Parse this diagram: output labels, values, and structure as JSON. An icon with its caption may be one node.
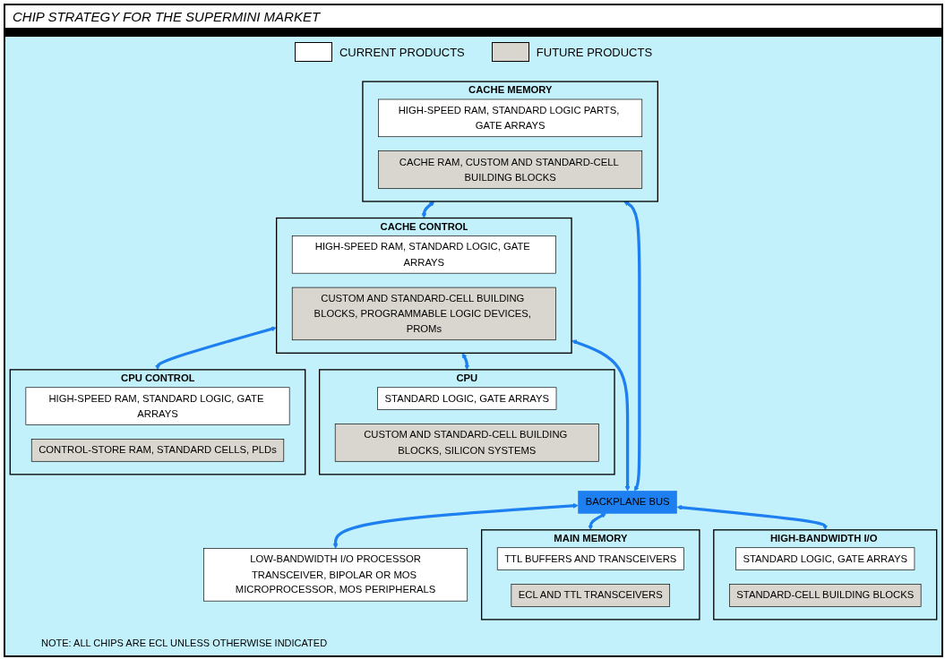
{
  "diagram": {
    "title": "CHIP STRATEGY FOR THE SUPERMINI MARKET",
    "nodes": [
      {
        "text": [
          "CACHE MEMORY"
        ]
      },
      {
        "text": [
          "HIGH-SPEED RAM, STANDARD LOGIC PARTS, GATE ARRAYS"
        ],
        "in": 0
      },
      {
        "text": [
          "CACHE RAM, CUSTOM AND STANDARD-CELL BUILDING BLOCKS"
        ],
        "in": 0
      },
      {
        "text": [
          "CACHE CONTROL"
        ]
      },
      {
        "text": [
          "HIGH-SPEED RAM, STANDARD LOGIC, GATE ARRAYS"
        ],
        "in": 3
      },
      {
        "text": [
          "CUSTOM AND STANDARD-CELL BUILDING BLOCKS, PROGRAMMABLE LOGIC DEVICES, PROMs"
        ],
        "in": 3
      },
      {
        "text": [
          "CPU CONTROL"
        ]
      },
      {
        "text": [
          "HIGH-SPEED RAM, STANDARD LOGIC, GATE ARRAYS"
        ],
        "in": 6
      },
      {
        "text": [
          "CONTROL-STORE RAM, STANDARD CELLS, PLDs"
        ],
        "in": 6
      },
      {
        "text": [
          "CPU"
        ]
      },
      {
        "text": [
          "STANDARD LOGIC, GATE ARRAYS"
        ],
        "in": 9
      },
      {
        "text": [
          "CUSTOM AND STANDARD-CELL BUILDING BLOCKS, SILICON SYSTEMS"
        ],
        "in": 9
      },
      {
        "text": [
          "BACKPLANE BUS"
        ]
      },
      {
        "text": [
          "MAIN MEMORY"
        ]
      },
      {
        "text": [
          "TTL BUFFERS AND TRANSCEIVERS"
        ],
        "in": 13
      },
      {
        "text": [
          "ECL AND TTL TRANSCEIVERS"
        ],
        "in": 13
      },
      {
        "text": [
          "LOW-BANDWIDTH I/O PROCESSOR",
          "TRANSCEIVER, BIPOLAR OR MOS MICROPROCESSOR, MOS PERIPHERALS"
        ]
      },
      {
        "text": [
          "HIGH-BANDWIDTH I/O PROCESSOR"
        ]
      },
      {
        "text": [
          "STANDARD LOGIC, GATE ARRAYS"
        ],
        "in": 17
      },
      {
        "text": [
          "STANDARD-CELL BUILDING BLOCKS"
        ],
        "in": 17
      }
    ],
    "edges": [
      {
        "from": 0,
        "to": 3,
        "arrow": "both"
      },
      {
        "from": 3,
        "to": 6,
        "arrow": "both"
      },
      {
        "from": 3,
        "to": 9,
        "arrow": "both"
      },
      {
        "from": 0,
        "to": 12,
        "arrow": "both"
      },
      {
        "from": 3,
        "to": 12,
        "arrow": "both"
      },
      {
        "from": 12,
        "to": 13,
        "arrow": "both"
      },
      {
        "from": 12,
        "to": 16,
        "arrow": "both"
      },
      {
        "from": 12,
        "to": 17,
        "arrow": "both"
      }
    ],
    "labels": [
      "NOTE: ALL CHIPS ARE ECL UNLESS OTHERWISE INDICATED"
    ],
    "legend": [
      {
        "text": "CURRENT PRODUCTS",
        "color": "#ffffff"
      },
      {
        "text": "FUTURE PRODUCTS",
        "color": "#d9d6cf"
      }
    ]
  }
}
